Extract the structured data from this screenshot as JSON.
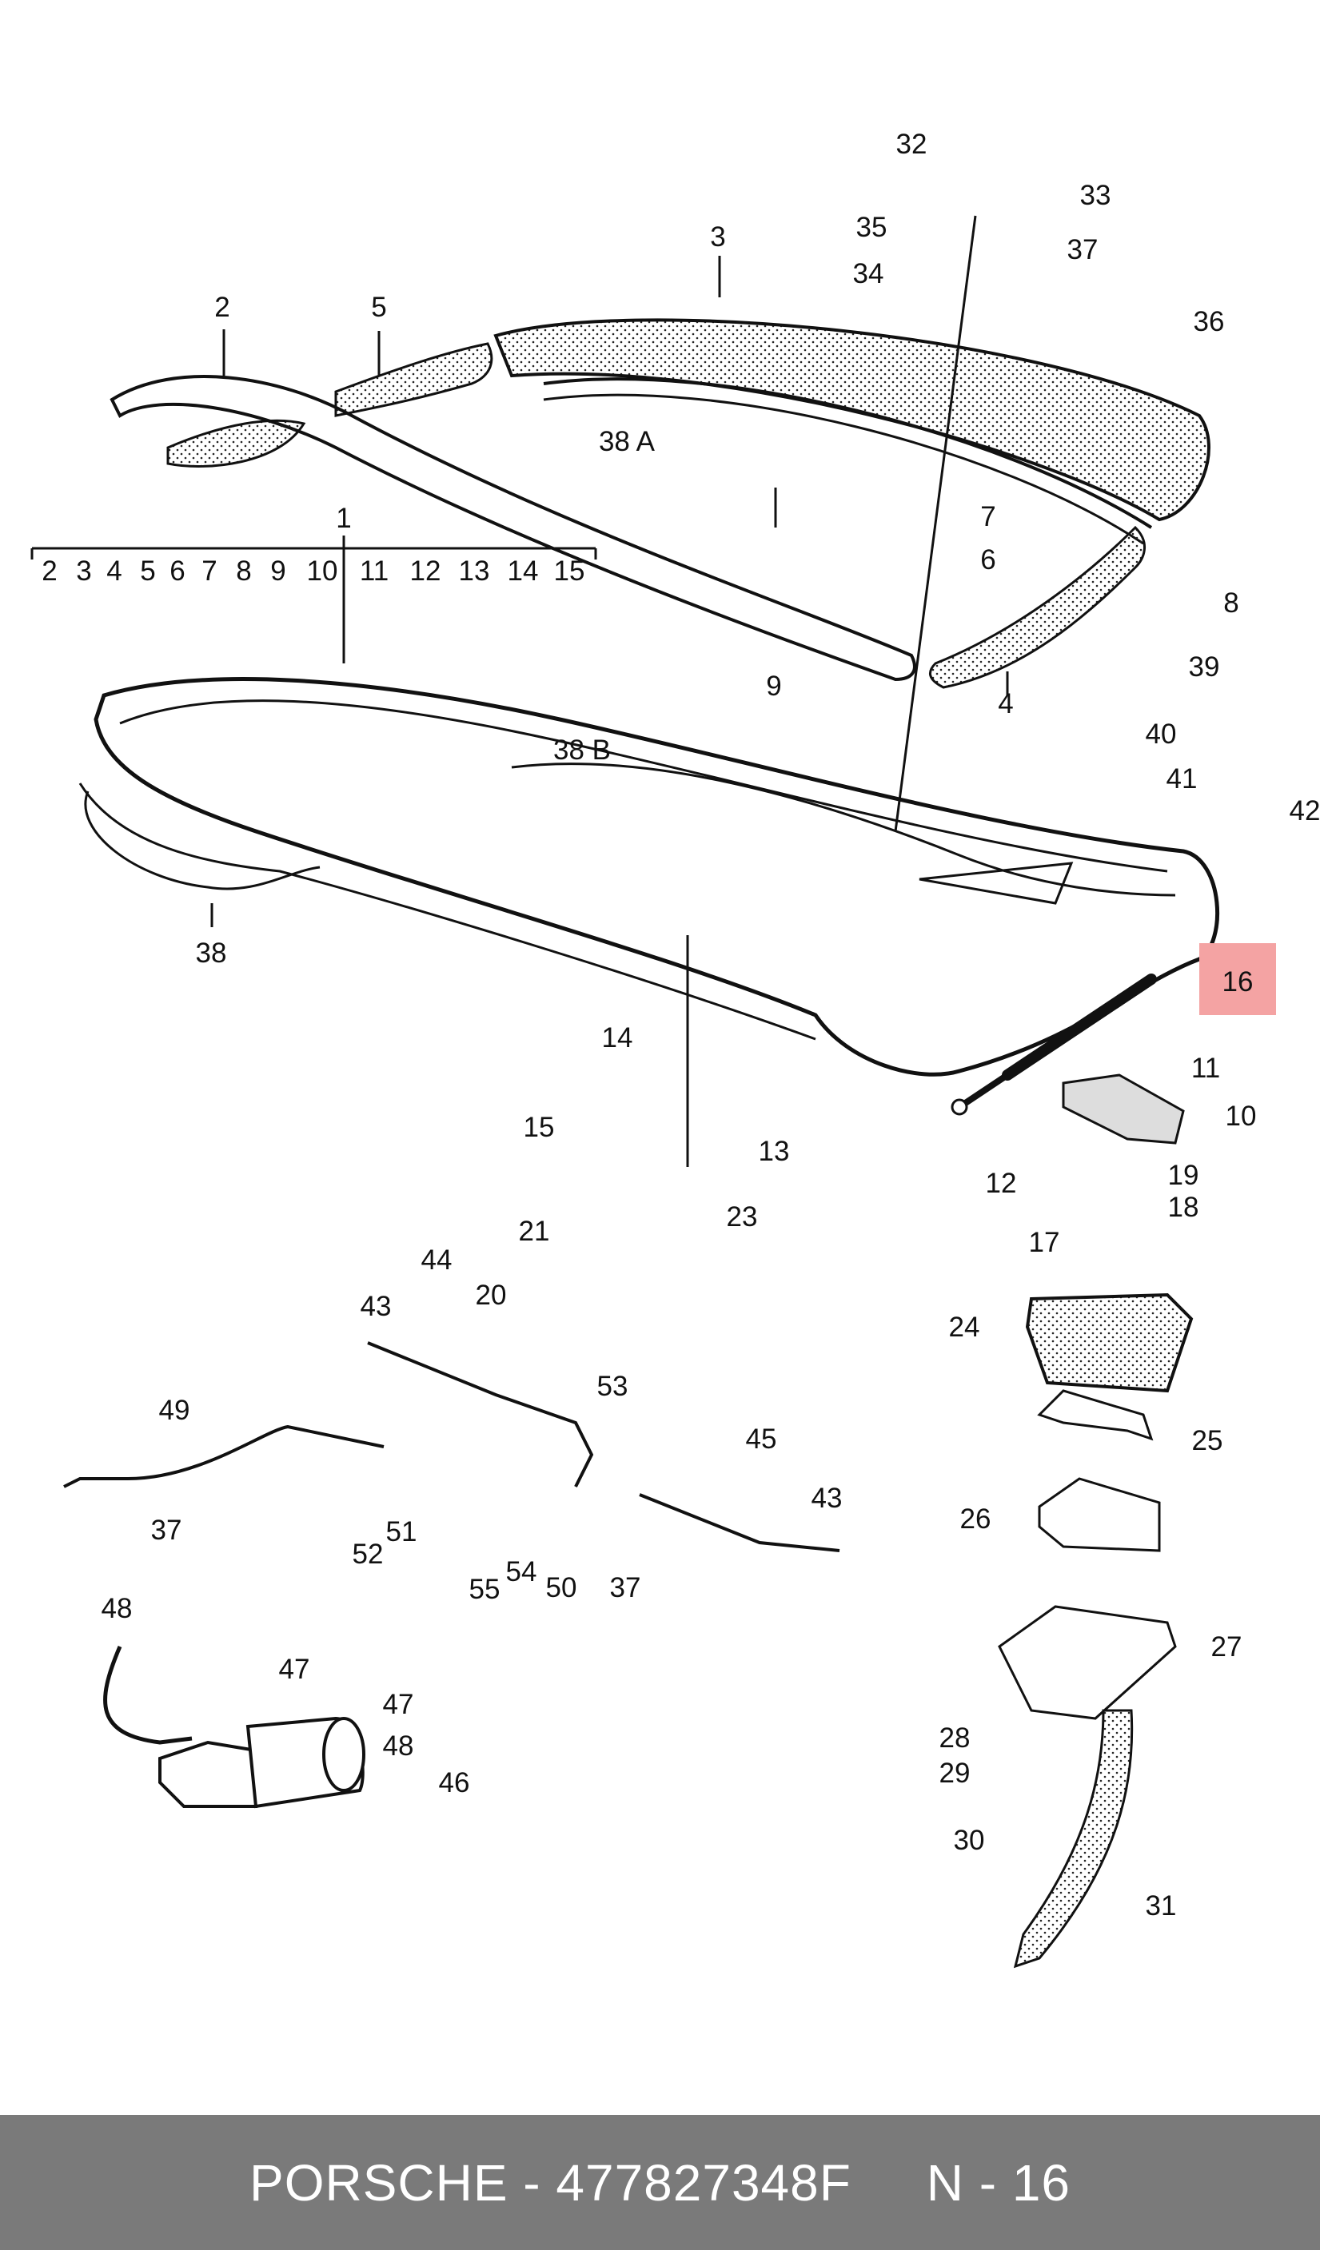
{
  "diagram": {
    "labels": [
      "1",
      "2",
      "3",
      "4",
      "5",
      "6",
      "7",
      "8",
      "9",
      "10",
      "11",
      "12",
      "13",
      "14",
      "15",
      "16",
      "17",
      "18",
      "19",
      "20",
      "21",
      "23",
      "24",
      "25",
      "26",
      "27",
      "28",
      "29",
      "30",
      "31",
      "32",
      "33",
      "34",
      "35",
      "36",
      "37",
      "37",
      "37",
      "38",
      "38 A",
      "38 B",
      "39",
      "40",
      "41",
      "42",
      "43",
      "43",
      "44",
      "45",
      "46",
      "47",
      "47",
      "48",
      "48",
      "49",
      "50",
      "51",
      "52",
      "53",
      "54",
      "55"
    ],
    "scale_numbers": [
      "2",
      "3",
      "4",
      "5",
      "6",
      "7",
      "8",
      "9",
      "10",
      "11",
      "12",
      "13",
      "14",
      "15"
    ],
    "highlight": {
      "label": "16",
      "color": "#f4a3a3"
    }
  },
  "footer": {
    "brand": "PORSCHE",
    "separator": " - ",
    "part_number": "477827348F",
    "position": "N - 16"
  }
}
